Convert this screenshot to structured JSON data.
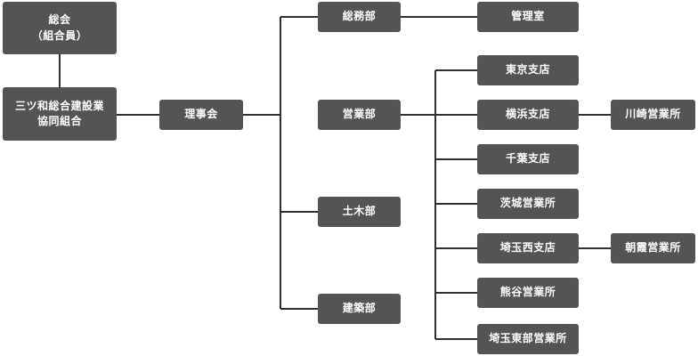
{
  "org_chart": {
    "general_meeting": {
      "line1": "総会",
      "line2": "（組合員）"
    },
    "union": {
      "line1": "三ツ和総合建設業",
      "line2": "協同組合"
    },
    "board": "理事会",
    "departments": {
      "general_affairs": "総務部",
      "sales": "営業部",
      "civil": "土木部",
      "construction": "建築部"
    },
    "general_affairs_children": {
      "management_office": "管理室"
    },
    "sales_children": {
      "tokyo": "東京支店",
      "yokohama": "横浜支店",
      "chiba": "千葉支店",
      "ibaraki": "茨城営業所",
      "saitama_west": "埼玉西支店",
      "kumagaya": "熊谷営業所",
      "saitama_east": "埼玉東部営業所"
    },
    "sub_offices": {
      "kawasaki": "川崎営業所",
      "asaka": "朝霞営業所"
    }
  }
}
